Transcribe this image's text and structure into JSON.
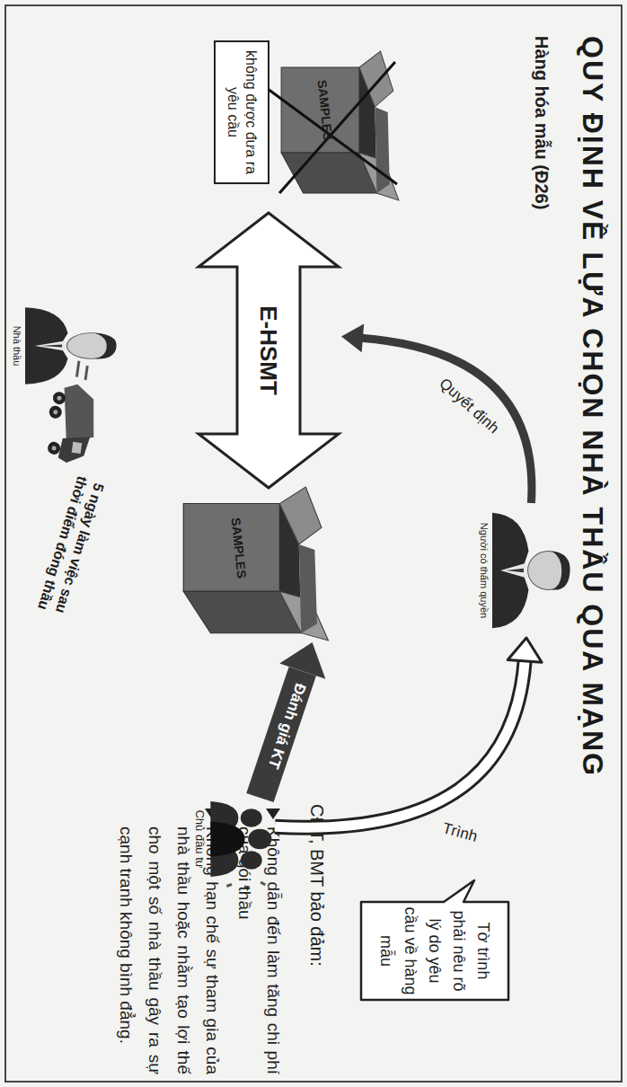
{
  "diagram": {
    "title": "QUY ĐỊNH VỀ LỰA CHỌN NHÀ THẦU QUA MẠNG",
    "nodes": [
      {
        "text": [
          "SAMPLES"
        ]
      },
      {
        "text": [
          "không được đưa ra yêu cầu"
        ]
      },
      {
        "text": [
          "E-HSMT"
        ]
      },
      {
        "text": [
          "Người có thẩm quyền"
        ]
      },
      {
        "text": [
          "SAMPLES"
        ]
      },
      {
        "text": [
          "Nhà thầu"
        ]
      },
      {
        "text": [
          "Chủ đầu tư"
        ]
      },
      {
        "text": [
          "Tờ trình phải nêu rõ lý do yêu cầu về hàng mẫu"
        ]
      }
    ],
    "edges": [
      {
        "from": 6,
        "to": 3,
        "label": "Trình",
        "arrow": "to"
      },
      {
        "from": 3,
        "to": 2,
        "label": "Quyết định",
        "arrow": "to"
      },
      {
        "from": 6,
        "to": 4,
        "label": "Đánh giá KT",
        "arrow": "to"
      }
    ],
    "labels": [
      "Hàng hóa mẫu (Đ26)",
      "5 ngày làm việc sau thời điểm đóng thầu",
      "CĐT, BMT bảo đảm:",
      "Không dẫn đến làm tăng chi phí của gói thầu",
      "Không hạn chế sự tham gia của nhà thầu hoặc nhằm tạo lợi thế cho một số nhà thầu gây ra sự cạnh tranh không bình đẳng."
    ]
  }
}
